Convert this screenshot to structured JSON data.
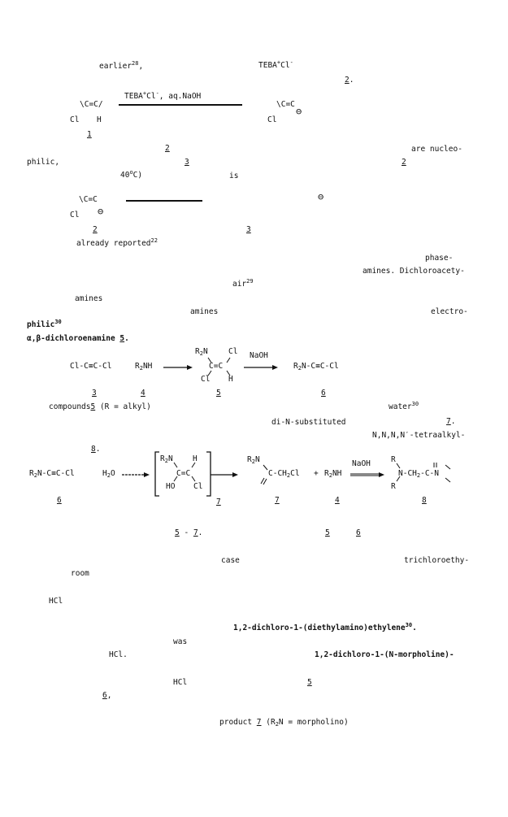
{
  "frag": {
    "earlier": "earlier",
    "earlier_ref": "28",
    "earlier_comma": ",",
    "teba_top": "TEBA",
    "teba_top_sup": "+",
    "teba_top_cl": "Cl",
    "teba_top_clsup": "-",
    "ref2_top": "2",
    "ref2_top_dot": ".",
    "ref2_a": "2",
    "are_nucleo": "are nucleo-",
    "philic": "philic,",
    "ref3_a": "3",
    "ref2_b": "2",
    "temp": "40",
    "temp_sup": "o",
    "temp_tail": "C)",
    "is": "is",
    "minus_circle": "⊖",
    "already": "already reported",
    "already_ref": "22",
    "phase": "phase-",
    "amines_dichloro": "amines. Dichloroacety-",
    "air": "air",
    "air_ref": "29",
    "amines1": "amines",
    "amines2": "amines",
    "electro": "electro-",
    "philic2": "philic",
    "philic2_ref": "30",
    "enamine": "α,β-dichloroenamine",
    "enamine_num": "5",
    "enamine_dot": ".",
    "compounds": "compounds",
    "compounds_num": "5",
    "compounds_tail": "(R = alkyl)",
    "water": "water",
    "water_ref": "30",
    "disub": "di-N-substituted",
    "num7": "7",
    "num7_dot": ".",
    "tetra": "N,N,N,N′-tetraalkyl-",
    "num8": "8",
    "num8_dot": ".",
    "range_a": "5",
    "range_dash": "-",
    "range_b": "7",
    "range_dot": ".",
    "num5b": "5",
    "num6b": "6",
    "case": "case",
    "trichloro": "trichloroethy-",
    "room": "room",
    "hcl1": "HCl",
    "dichloro_diethyl": "1,2-dichloro-1-(diethylamino)ethylene",
    "dichloro_diethyl_ref": "30",
    "dichloro_diethyl_dot": ".",
    "was": "was",
    "hcl2": "HCl.",
    "dichloro_morph": "1,2-dichloro-1-(N-morpholine)-",
    "hcl3": "HCl",
    "num5c": "5",
    "num6c": "6",
    "num6c_comma": ",",
    "product": "product",
    "product_num": "7",
    "product_tail_a": "(R",
    "product_tail_sub": "2",
    "product_tail_b": "N = morpholino)"
  },
  "scheme1": {
    "left_top": "\\C=C/",
    "left_cl": "Cl",
    "left_h": "H",
    "left_num": "1",
    "reagent": "TEBA",
    "reagent_sup": "+",
    "reagent_cl": "Cl",
    "reagent_clsup": "-",
    "reagent_tail": ", aq.NaOH",
    "right_top": "\\C=C",
    "right_cl": "Cl",
    "right_minus": "⊖"
  },
  "scheme2": {
    "left_top": "\\C=C",
    "left_cl": "Cl",
    "left_minus": "⊖",
    "left_num": "2",
    "right_num": "3"
  },
  "scheme3": {
    "reactant": "Cl-C≡C-Cl",
    "amine": "R",
    "amine_sub": "2",
    "amine_tail": "NH",
    "r2n": "R",
    "r2n_sub": "2",
    "r2n_tail": "N",
    "cl_top": "Cl",
    "cc": "C=C",
    "cl_bot": "Cl",
    "h_bot": "H",
    "naoh": "NaOH",
    "product": "R",
    "product_sub": "2",
    "product_tail": "N-C≡C-Cl",
    "num3": "3",
    "num4": "4",
    "num5": "5",
    "num6": "6"
  },
  "scheme4": {
    "reactant": "R",
    "reactant_sub": "2",
    "reactant_tail": "N-C≡C-Cl",
    "h2o": "H",
    "h2o_sub": "2",
    "h2o_tail": "O",
    "br_r2n": "R",
    "br_r2n_sub": "2",
    "br_r2n_tail": "N",
    "br_h": "H",
    "br_cc": "C=C",
    "br_ho": "HO",
    "br_cl": "Cl",
    "mid_r2n": "R",
    "mid_r2n_sub": "2",
    "mid_r2n_tail": "N",
    "mid_chain": "C-CH",
    "mid_chain_sub": "2",
    "mid_chain_tail": "Cl",
    "plus": "+",
    "amine": "R",
    "amine_sub": "2",
    "amine_tail": "NH",
    "naoh": "NaOH",
    "prod_r1": "R",
    "prod_chain": "N-CH",
    "prod_chain_sub": "2",
    "prod_chain_tail": "-C-N",
    "prod_r2": "R",
    "num6": "6",
    "num7a": "7",
    "num7b": "7",
    "num4": "4",
    "num8": "8"
  }
}
